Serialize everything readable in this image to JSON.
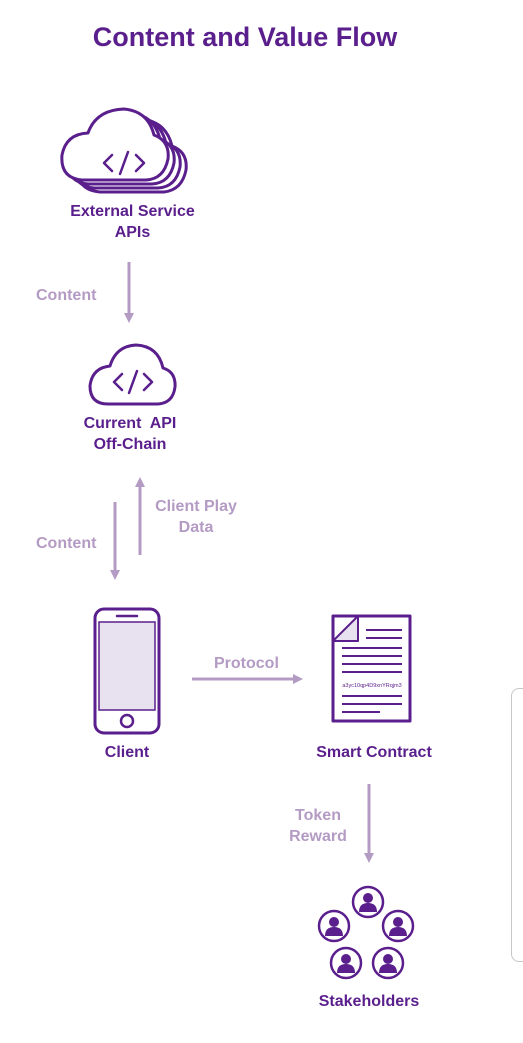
{
  "title": "Content and Value Flow",
  "nodes": {
    "external": {
      "line1": "External Service",
      "line2": "APIs"
    },
    "current": {
      "line1": "Current  API",
      "line2": "Off-Chain"
    },
    "client": {
      "label": "Client"
    },
    "contract": {
      "label": "Smart Contract",
      "address": "a3yc10qp4D9xnYRqjm3"
    },
    "stakeholders": {
      "label": "Stakeholders"
    }
  },
  "edges": {
    "content_1": "Content",
    "content_2": "Content",
    "client_play": {
      "line1": "Client Play",
      "line2": "Data"
    },
    "protocol": "Protocol",
    "token_reward": {
      "line1": "Token",
      "line2": "Reward"
    }
  },
  "colors": {
    "primary": "#5a1f8c",
    "arrow": "#b49bc4",
    "screen": "#e8e1f0"
  },
  "icons": [
    "cloud-stack-code-icon",
    "cloud-code-icon",
    "smartphone-icon",
    "contract-document-icon",
    "user-icon"
  ]
}
